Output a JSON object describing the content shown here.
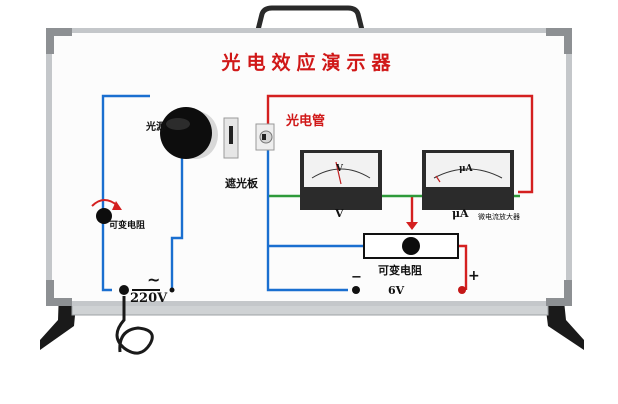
{
  "board": {
    "title": "光电效应演示器",
    "phototube_label": "光电管",
    "light_source_label": "光源",
    "shutter_label": "遮光板",
    "left_resistor_label": "可变电阻",
    "bottom_resistor_label": "可变电阻",
    "ac_symbol": "~",
    "ac_voltage": "220V",
    "dc_voltage": "6V",
    "minus_sign": "−",
    "plus_sign": "+",
    "voltmeter_unit": "V",
    "voltmeter_panel_label": "V",
    "microammeter_unit": "μA",
    "microammeter_panel_label": "μA",
    "amplifier_label": "微电流放大器"
  },
  "colors": {
    "wire_red": "#d42020",
    "wire_blue": "#1a6fd0",
    "wire_green": "#2e9a3a",
    "wire_black": "#111111",
    "frame": "#b9bcbf",
    "title": "#d01818"
  }
}
